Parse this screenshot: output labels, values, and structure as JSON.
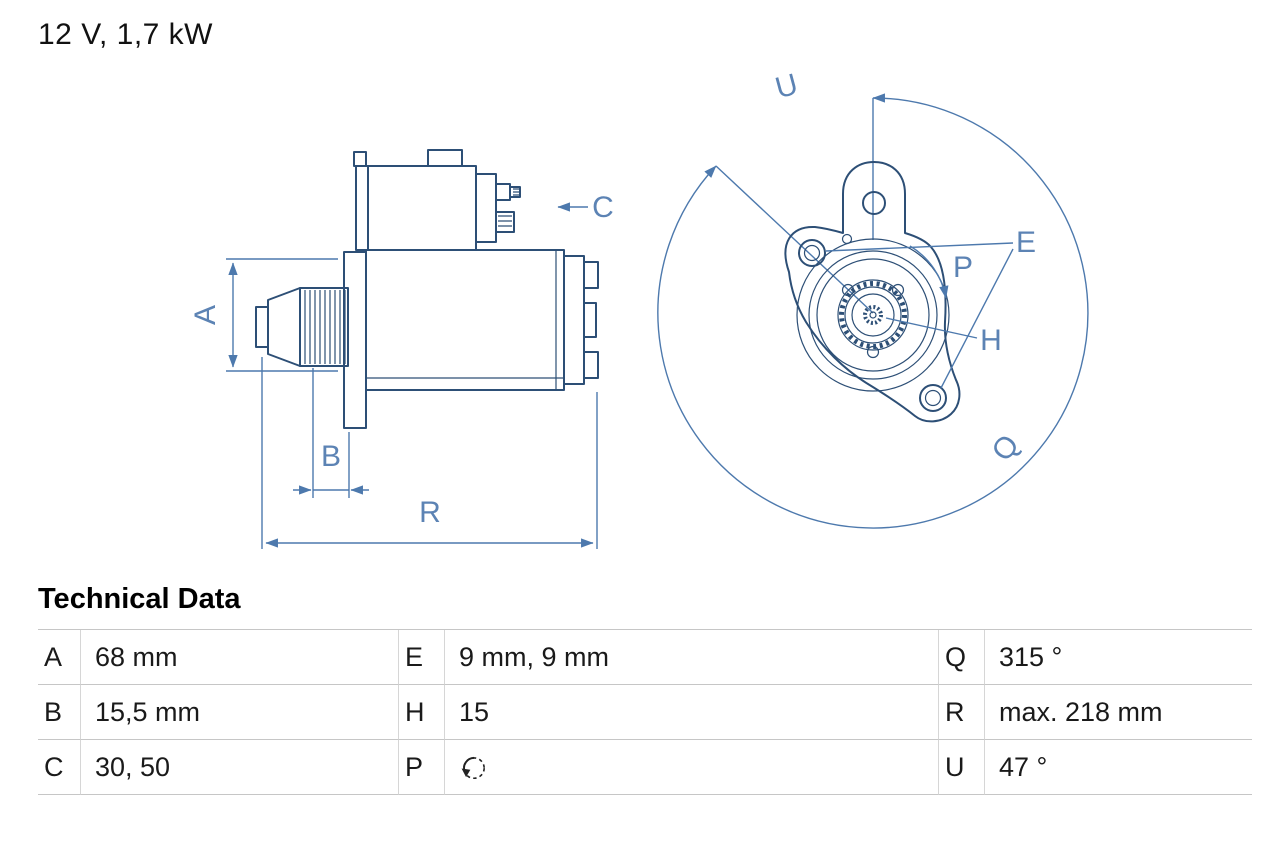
{
  "title": "12 V, 1,7 kW",
  "technical_data": {
    "heading": "Technical Data",
    "rows": [
      [
        {
          "label": "A",
          "value": "68 mm"
        },
        {
          "label": "E",
          "value": "9 mm, 9 mm"
        },
        {
          "label": "Q",
          "value": "315 °"
        }
      ],
      [
        {
          "label": "B",
          "value": "15,5 mm"
        },
        {
          "label": "H",
          "value": "15"
        },
        {
          "label": "R",
          "value": "max. 218 mm"
        }
      ],
      [
        {
          "label": "C",
          "value": "30, 50"
        },
        {
          "label": "P",
          "value": "",
          "icon": "counterclockwise-rotation"
        },
        {
          "label": "U",
          "value": "47 °"
        }
      ]
    ]
  },
  "diagram": {
    "dimension_labels": {
      "A": "A",
      "B": "B",
      "C": "C",
      "R": "R",
      "U": "U",
      "Q": "Q",
      "E": "E",
      "P": "P",
      "H": "H"
    },
    "colors": {
      "part_line": "#2d4f76",
      "dimension_line": "#4d79ad",
      "dimension_text": "#5c83b4"
    }
  }
}
